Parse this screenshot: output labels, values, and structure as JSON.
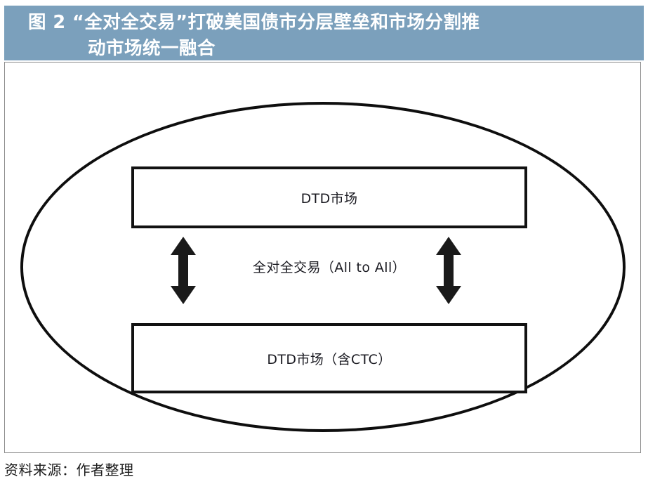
{
  "figure": {
    "banner": {
      "line1": "图 2    “全对全交易”打破美国债市分层壁垒和市场分割推",
      "line2": "动市场统一融合",
      "background_color": "#7BA0BC",
      "text_color": "#FFFFFF"
    },
    "diagram": {
      "ellipse": {
        "label": "unified-market-boundary",
        "stroke_color": "#0E0E0E"
      },
      "boxes": [
        {
          "id": "dtd-top",
          "label": "DTD市场",
          "border_color": "#121212"
        },
        {
          "id": "dtd-bottom",
          "label": "DTD市场（含CTC）",
          "border_color": "#121212"
        }
      ],
      "center_caption": "全对全交易（All to All）",
      "arrows": [
        {
          "id": "arrow-left",
          "direction": "double-vertical",
          "color": "#1A1A1A"
        },
        {
          "id": "arrow-right",
          "direction": "double-vertical",
          "color": "#1A1A1A"
        }
      ],
      "frame_border_color": "#8D8D8D"
    },
    "source_note": "资料来源：作者整理"
  }
}
